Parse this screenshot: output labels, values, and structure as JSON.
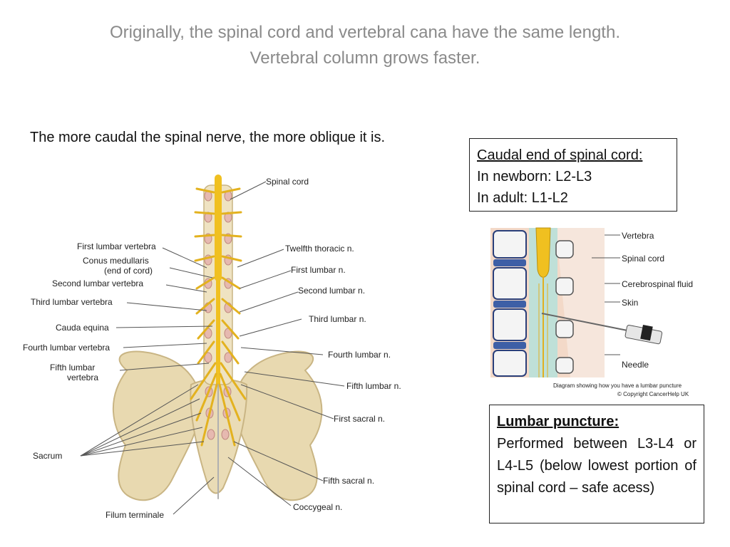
{
  "title": {
    "line1": "Originally, the spinal cord and vertebral cana have the same length.",
    "line2": "Vertebral column grows faster."
  },
  "subtitle": "The more caudal the spinal nerve, the more oblique it is.",
  "box_caudal": {
    "heading": "Caudal end of spinal cord:",
    "newborn": "In newborn: L2-L3",
    "adult": "In adult: L1-L2"
  },
  "box_lumbar": {
    "heading": "Lumbar puncture:",
    "body": "Performed between L3-L4 or L4-L5 (below lowest portion of spinal cord – safe acess)"
  },
  "spine_labels_left": [
    "First lumbar vertebra",
    "Conus medullaris",
    "(end of cord)",
    "Second lumbar vertebra",
    "Third lumbar vertebra",
    "Cauda equina",
    "Fourth lumbar vertebra",
    "Fifth lumbar",
    "vertebra",
    "Sacrum",
    "Filum terminale"
  ],
  "spine_labels_right": [
    "Spinal cord",
    "Twelfth thoracic n.",
    "First lumbar n.",
    "Second lumbar n.",
    "Third lumbar n.",
    "Fourth lumbar n.",
    "Fifth lumbar n.",
    "First sacral n.",
    "Fifth sacral n.",
    "Coccygeal n."
  ],
  "puncture_labels": [
    "Vertebra",
    "Spinal cord",
    "Cerebrospinal fluid",
    "Skin",
    "Needle"
  ],
  "puncture_caption": "Diagram showing how you have a lumbar puncture",
  "puncture_credit": "© Copyright CancerHelp UK"
}
